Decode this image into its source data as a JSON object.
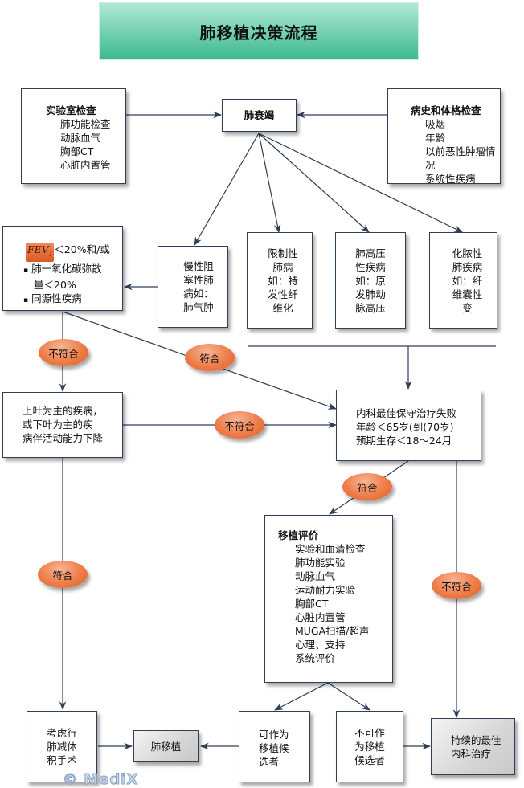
{
  "title": "肺移植决策流程",
  "nodes": {
    "lab": {
      "heading": "实验室检查",
      "items": [
        "肺功能检查",
        "动脉血气",
        "胸部CT",
        "心脏内置管"
      ]
    },
    "failure": {
      "label": "肺衰竭"
    },
    "history": {
      "heading": "病史和体格检查",
      "items": [
        "吸烟",
        "年龄",
        "以前恶性肿瘤情况",
        "系统性疾病"
      ]
    },
    "criteria": {
      "fev": "FEV",
      "fev_sub": "1",
      "line1": "＜20%和/或",
      "line2": "肺一氧化碳弥散",
      "line3": "量＜20%",
      "line4": "同源性疾病"
    },
    "copd": {
      "lines": [
        "慢性阻",
        "塞性肺",
        "病如：",
        "肺气肿"
      ]
    },
    "restrictive": {
      "lines": [
        "限制性",
        "肺病",
        "如：特",
        "发性纤",
        "维化"
      ]
    },
    "pah": {
      "lines": [
        "肺高压",
        "性疾病",
        "如：原",
        "发肺动",
        "脉高压"
      ]
    },
    "suppurative": {
      "lines": [
        "化脓性",
        "肺疾病",
        "如：纤",
        "维囊性",
        "变"
      ]
    },
    "upper_lobe": {
      "lines": [
        "上叶为主的疾病，",
        "或下叶为主的疾",
        "病伴活动能力下降"
      ]
    },
    "medical_failure": {
      "lines": [
        "内科最佳保守治疗失败",
        "年龄＜65岁(到(70岁)",
        "预期生存＜18～24月"
      ]
    },
    "evaluation": {
      "heading": "移植评价",
      "items": [
        "实验和血清检查",
        "肺功能实验",
        "动脉血气",
        "运动耐力实验",
        "胸部CT",
        "心脏内置管",
        "MUGA扫描/超声",
        "心理、支持",
        "系统评价"
      ]
    },
    "lvrs": {
      "lines": [
        "考虑行",
        "肺减体",
        "积手术"
      ]
    },
    "transplant": {
      "label": "肺移植"
    },
    "candidate": {
      "lines": [
        "可作为",
        "移植候",
        "选者"
      ]
    },
    "non_candidate": {
      "lines": [
        "不可作",
        "为移植",
        "候选者"
      ]
    },
    "continued": {
      "lines": [
        "持续的最佳",
        "内科治疗"
      ]
    }
  },
  "decisions": {
    "no_1": "不符合",
    "yes_1": "符合",
    "no_2": "不符合",
    "yes_2": "符合",
    "yes_3": "符合",
    "no_3": "不符合"
  },
  "watermark": "© MediX",
  "colors": {
    "line": "#2f3f55",
    "oval": "#ee7c48",
    "title_bg": "#6fcfae"
  }
}
